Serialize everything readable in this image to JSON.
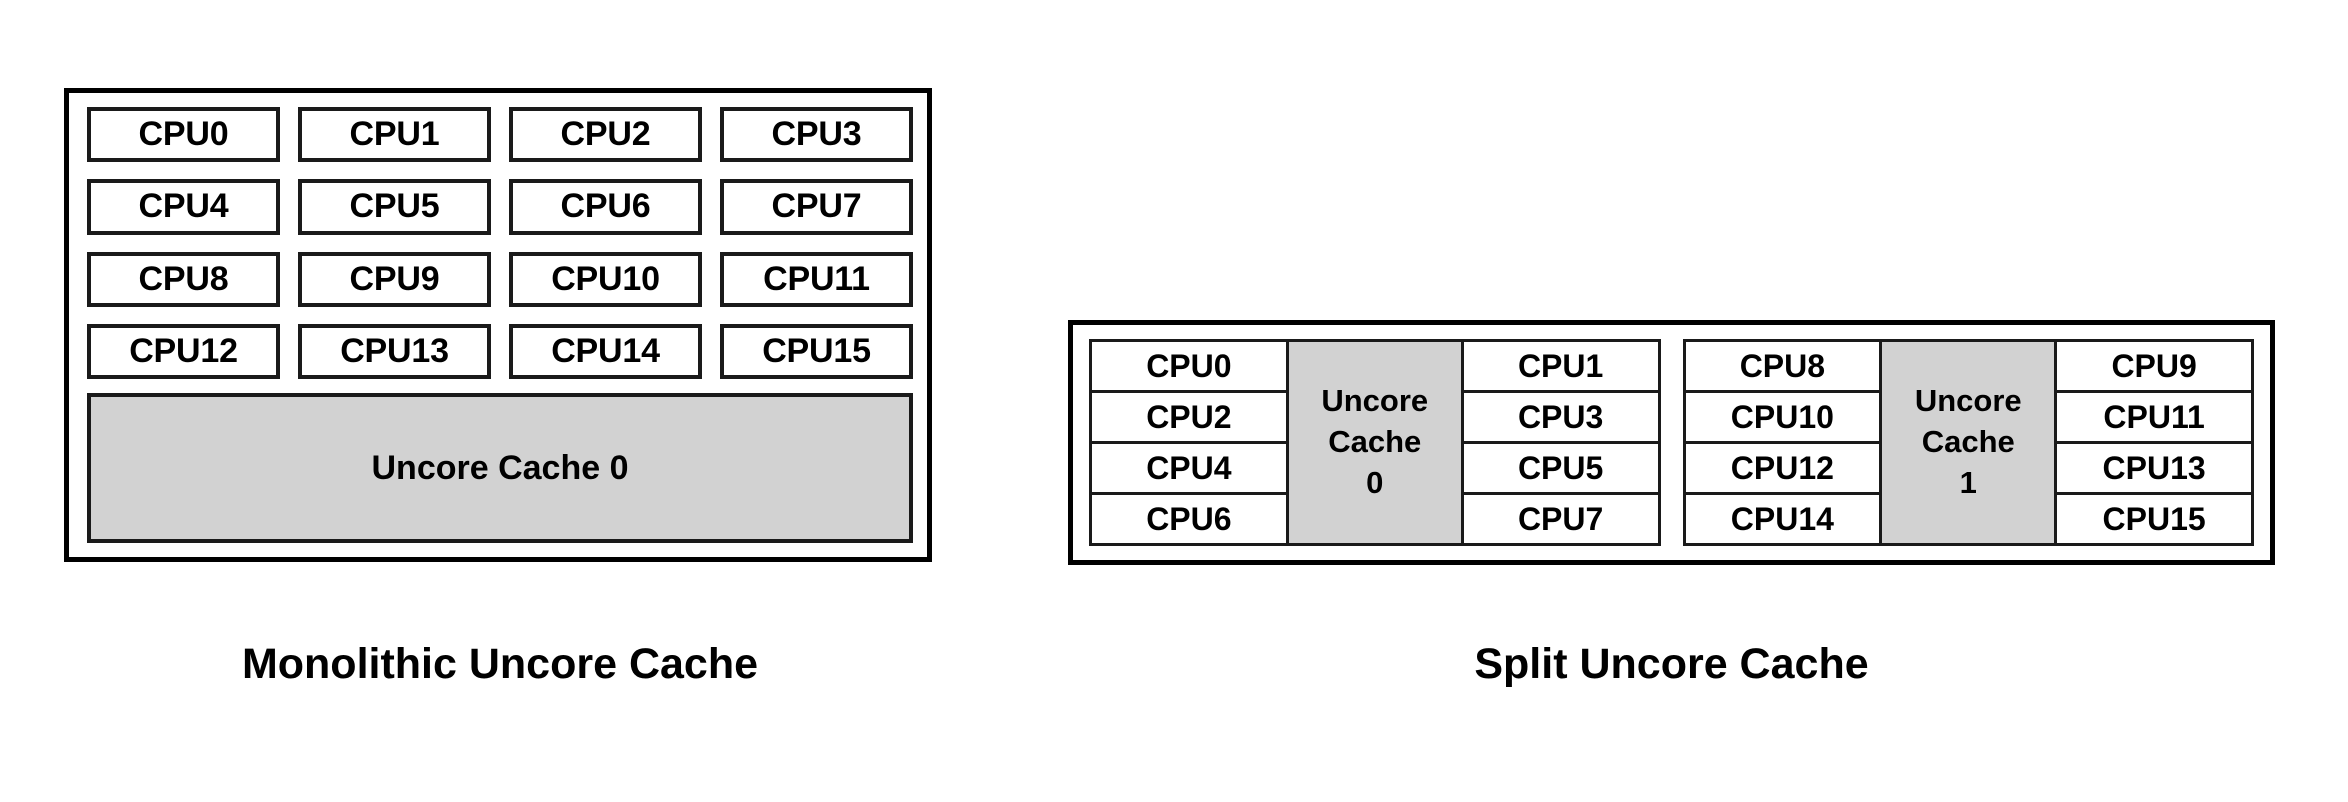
{
  "figure": {
    "background_color": "#ffffff",
    "border_color": "#000000",
    "cache_fill_color": "#d2d2d2"
  },
  "monolithic": {
    "caption": "Monolithic Uncore Cache",
    "cpus": [
      "CPU0",
      "CPU1",
      "CPU2",
      "CPU3",
      "CPU4",
      "CPU5",
      "CPU6",
      "CPU7",
      "CPU8",
      "CPU9",
      "CPU10",
      "CPU11",
      "CPU12",
      "CPU13",
      "CPU14",
      "CPU15"
    ],
    "uncore_cache_label": "Uncore Cache 0"
  },
  "split": {
    "caption": "Split Uncore Cache",
    "clusters": [
      {
        "left_cpus": [
          "CPU0",
          "CPU2",
          "CPU4",
          "CPU6"
        ],
        "uncore_line1": "Uncore",
        "uncore_line2": "Cache",
        "uncore_line3": "0",
        "right_cpus": [
          "CPU1",
          "CPU3",
          "CPU5",
          "CPU7"
        ]
      },
      {
        "left_cpus": [
          "CPU8",
          "CPU10",
          "CPU12",
          "CPU14"
        ],
        "uncore_line1": "Uncore",
        "uncore_line2": "Cache",
        "uncore_line3": "1",
        "right_cpus": [
          "CPU9",
          "CPU11",
          "CPU13",
          "CPU15"
        ]
      }
    ]
  }
}
